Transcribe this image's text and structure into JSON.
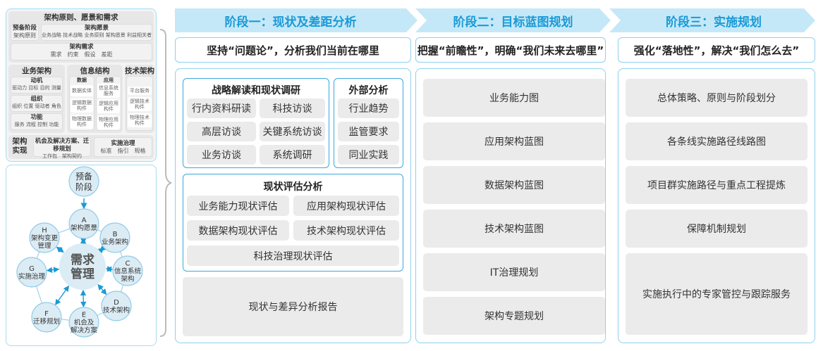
{
  "left_top": {
    "title": "架构原则、愿景和需求",
    "prep": {
      "title": "预备阶段",
      "items": "架构原则"
    },
    "vision": {
      "title": "架构愿景",
      "items": "业务战略 技术战略 业务原则 架构愿景 利益相关者"
    },
    "req": {
      "title": "架构需求",
      "items": "需求　约束　假设　差距"
    },
    "business": {
      "title": "业务架构",
      "cards": [
        {
          "title": "动机",
          "items": "驱动力 目标 目的 测量"
        },
        {
          "title": "组织",
          "items": "组织 位置 驱动者 角色"
        },
        {
          "title": "功能",
          "items": "服务 流程 控制 功能"
        }
      ]
    },
    "info": {
      "title": "信息结构",
      "data": {
        "title": "数据",
        "items": [
          "数据实体",
          "逻辑数据构件",
          "物理数据构件"
        ]
      },
      "app": {
        "title": "应用",
        "items": [
          "信息系统服务",
          "逻辑应用构件",
          "物理应用构件"
        ]
      }
    },
    "tech": {
      "title": "技术架构",
      "items": [
        "平台服务",
        "逻辑技术构件",
        "物理技术构件"
      ]
    },
    "impl": {
      "title": "架构实现",
      "opp": {
        "title": "机会及解决方案、迁移规划",
        "items": "工作包　架构契约"
      },
      "gov": {
        "title": "实施治理",
        "items": "标准　指引　规格"
      }
    }
  },
  "cycle": {
    "prep": [
      "预备",
      "阶段"
    ],
    "center": [
      "需求",
      "管理"
    ],
    "nodes": [
      {
        "letter": "A",
        "label": [
          "架构愿景"
        ]
      },
      {
        "letter": "B",
        "label": [
          "业务架构"
        ]
      },
      {
        "letter": "C",
        "label": [
          "信息系统",
          "架构"
        ]
      },
      {
        "letter": "D",
        "label": [
          "技术架构"
        ]
      },
      {
        "letter": "E",
        "label": [
          "机会及",
          "解决方案"
        ]
      },
      {
        "letter": "F",
        "label": [
          "迁移规划"
        ]
      },
      {
        "letter": "G",
        "label": [
          "实施治理"
        ]
      },
      {
        "letter": "H",
        "label": [
          "架构变更",
          "管理"
        ]
      }
    ]
  },
  "phases": [
    {
      "title": "阶段一：现状及差距分析",
      "subtitle": "坚持“问题论”，分析我们当前在哪里"
    },
    {
      "title": "阶段二：目标蓝图规划",
      "subtitle": "把握“前瞻性”，明确“我们未来去哪里”"
    },
    {
      "title": "阶段三：实施规划",
      "subtitle": "强化“落地性”，解决“我们怎么去”"
    }
  ],
  "phase1": {
    "strategy": {
      "title": "战略解读和现状调研",
      "items": [
        "行内资料研读",
        "科技访谈",
        "高层访谈",
        "关键系统访谈",
        "业务访谈",
        "系统调研"
      ]
    },
    "external": {
      "title": "外部分析",
      "items": [
        "行业趋势",
        "监管要求",
        "同业实践"
      ]
    },
    "assess": {
      "title": "现状评估分析",
      "items": [
        "业务能力现状评估",
        "应用架构现状评估",
        "数据架构现状评估",
        "技术架构现状评估",
        "科技治理现状评估"
      ]
    },
    "report": "现状与差异分析报告"
  },
  "phase2": {
    "items": [
      "业务能力图",
      "应用架构蓝图",
      "数据架构蓝图",
      "技术架构蓝图",
      "IT治理规划",
      "架构专题规划"
    ]
  },
  "phase3": {
    "items": [
      "总体策略、原则与阶段划分",
      "各条线实施路径线路图",
      "项目群实施路径与重点工程提炼",
      "保障机制规划",
      "实施执行中的专家管控与跟踪服务"
    ]
  },
  "colors": {
    "accent": "#1a9ad6",
    "banner": "#c4e8f8",
    "border": "#8fd0ee",
    "box": "#ebebeb"
  }
}
